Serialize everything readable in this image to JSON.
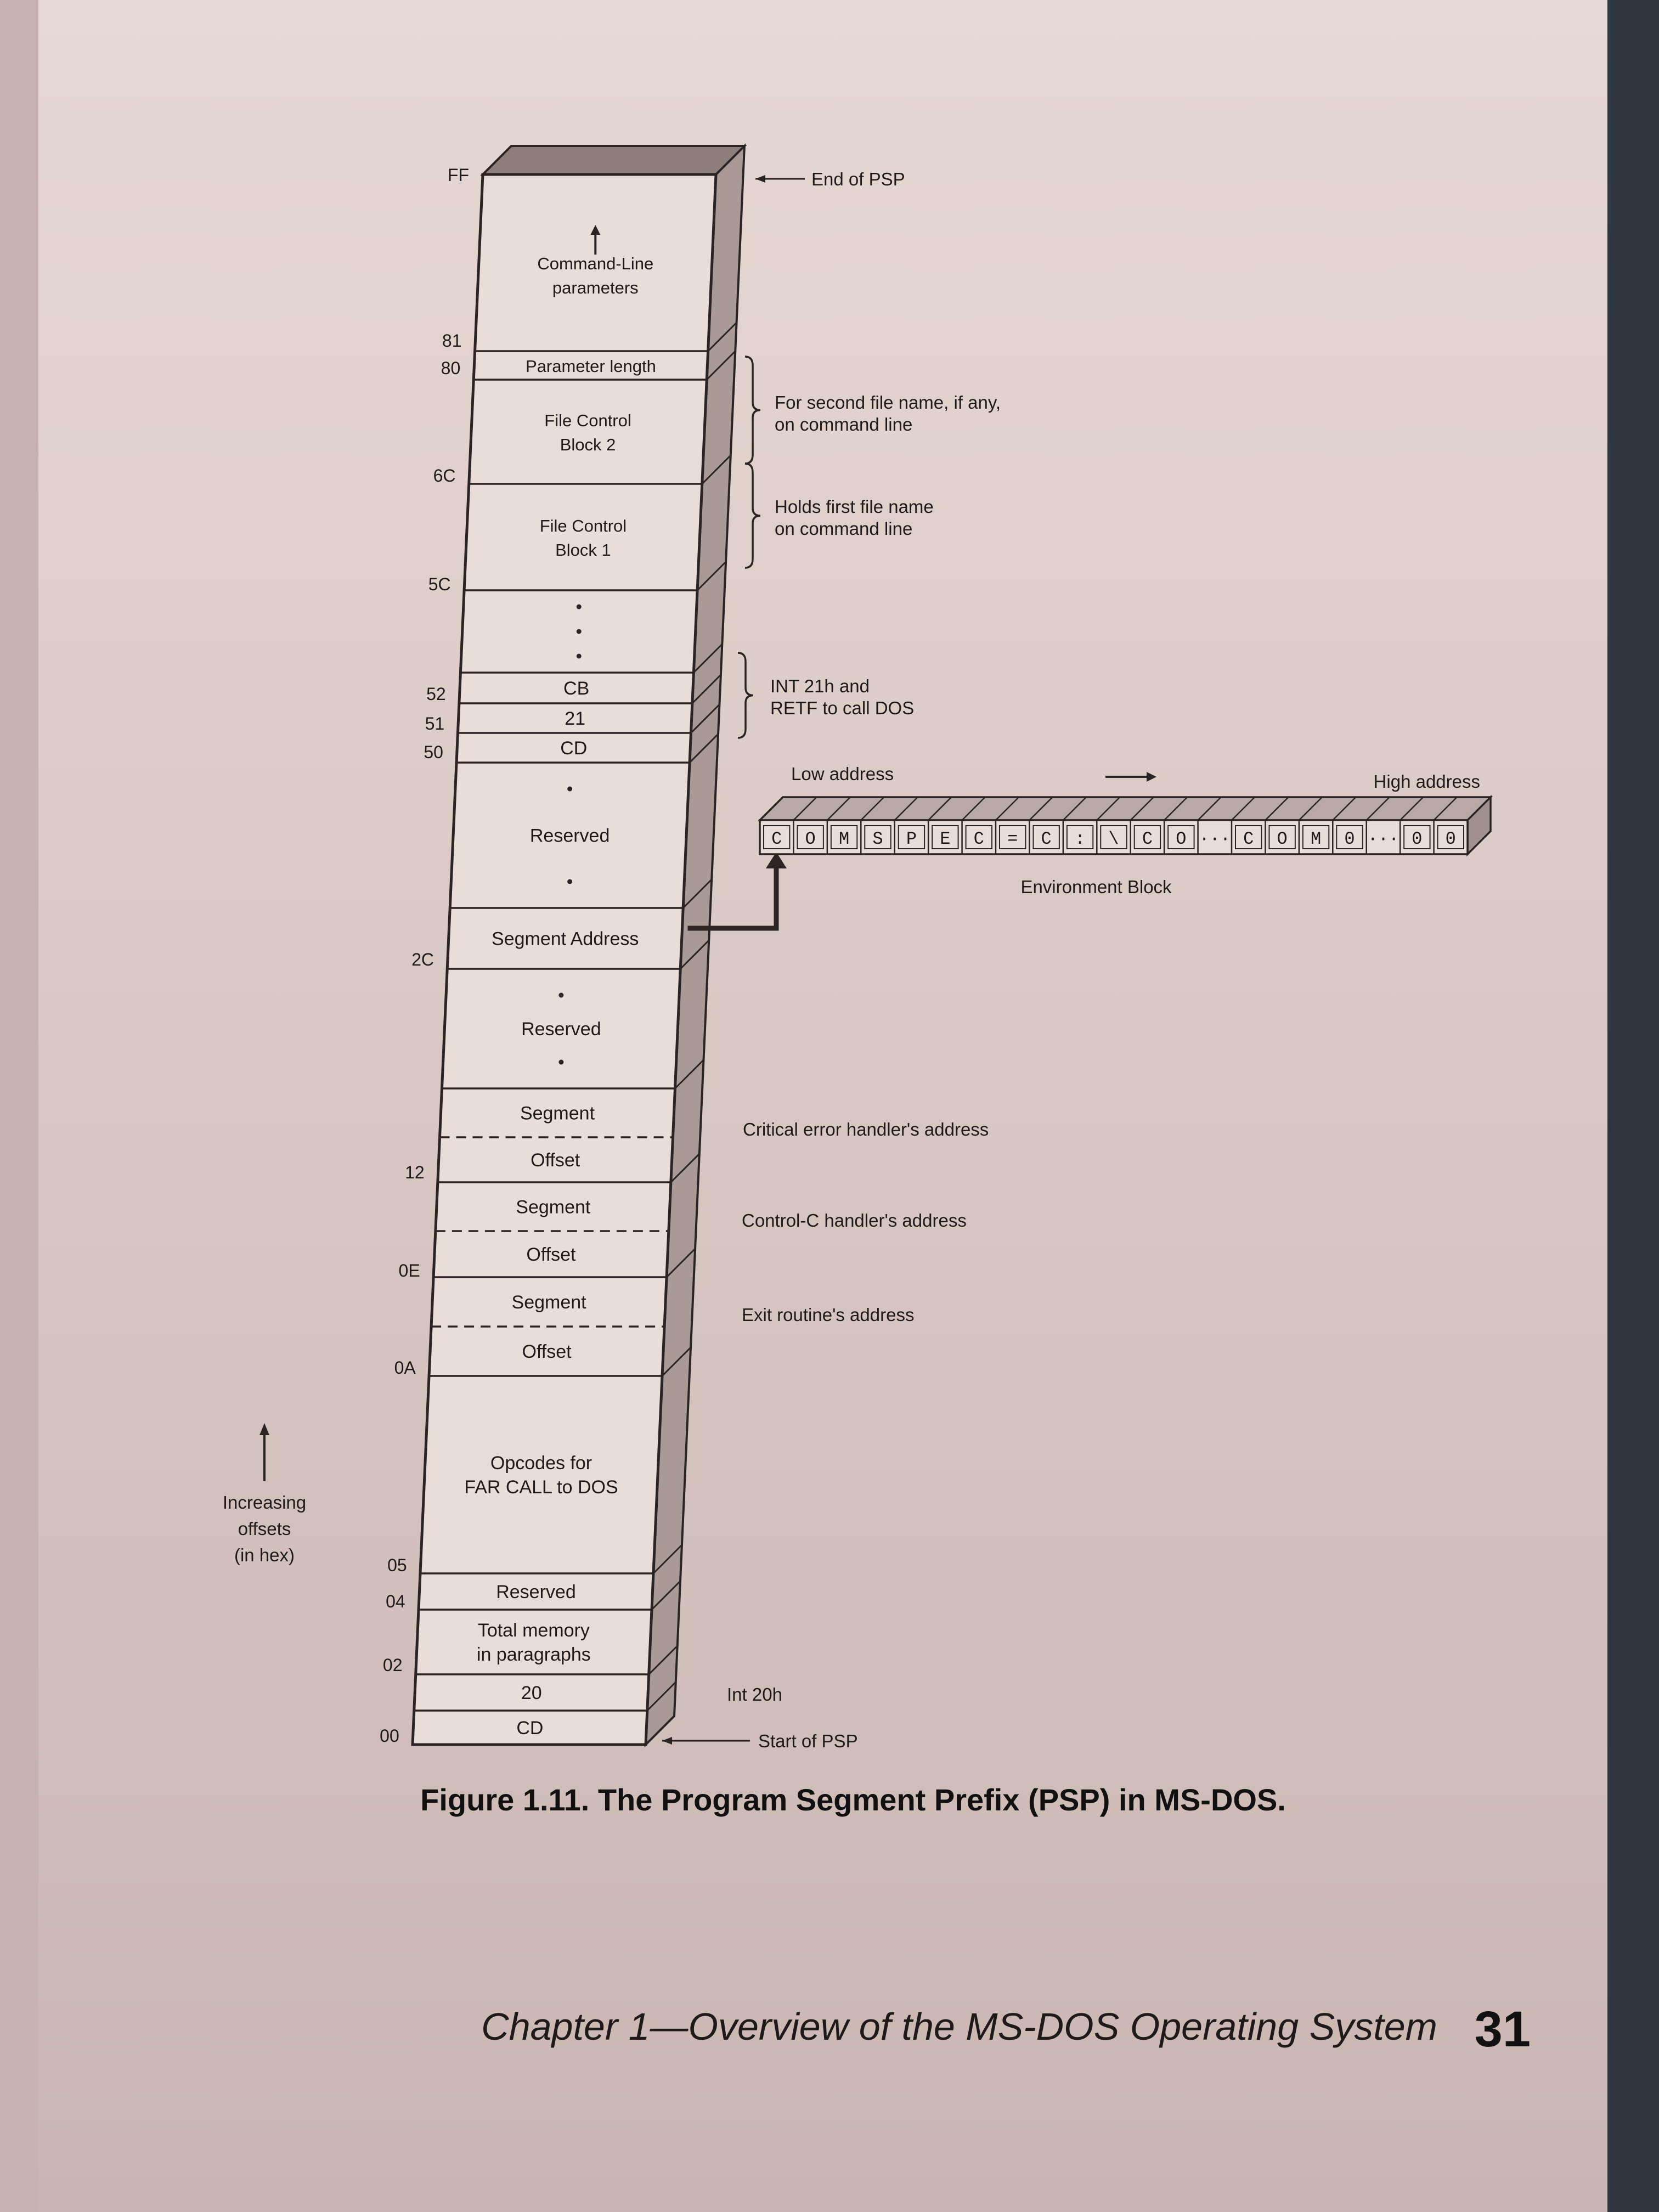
{
  "diagram": {
    "cells": [
      {
        "id": "cmdline",
        "lines": [
          "Command-Line",
          "parameters"
        ],
        "arrow": true
      },
      {
        "id": "paramlen",
        "lines": [
          "Parameter length"
        ]
      },
      {
        "id": "fcb2",
        "lines": [
          "File Control",
          "Block 2"
        ]
      },
      {
        "id": "fcb1",
        "lines": [
          "File Control",
          "Block 1"
        ]
      },
      {
        "id": "gap1",
        "lines": [],
        "dots": 3
      },
      {
        "id": "cb",
        "lines": [
          "CB"
        ]
      },
      {
        "id": "b21",
        "lines": [
          "21"
        ]
      },
      {
        "id": "cd50",
        "lines": [
          "CD"
        ]
      },
      {
        "id": "reserved1",
        "lines": [
          "Reserved"
        ],
        "dots": 2
      },
      {
        "id": "segaddr",
        "lines": [
          "Segment Address"
        ]
      },
      {
        "id": "reserved2",
        "lines": [
          "Reserved"
        ],
        "dots": 2
      },
      {
        "id": "crit-seg",
        "lines": [
          "Segment"
        ]
      },
      {
        "id": "crit-off",
        "lines": [
          "Offset"
        ]
      },
      {
        "id": "ctrlc-seg",
        "lines": [
          "Segment"
        ]
      },
      {
        "id": "ctrlc-off",
        "lines": [
          "Offset"
        ]
      },
      {
        "id": "exit-seg",
        "lines": [
          "Segment"
        ]
      },
      {
        "id": "exit-off",
        "lines": [
          "Offset"
        ]
      },
      {
        "id": "opcodes",
        "lines": [
          "Opcodes for",
          "FAR CALL to DOS"
        ]
      },
      {
        "id": "reserved3",
        "lines": [
          "Reserved"
        ]
      },
      {
        "id": "totalmem",
        "lines": [
          "Total memory",
          "in paragraphs"
        ]
      },
      {
        "id": "b20",
        "lines": [
          "20"
        ]
      },
      {
        "id": "cd00",
        "lines": [
          "CD"
        ]
      }
    ],
    "offsets": [
      "FF",
      "81",
      "80",
      "6C",
      "5C",
      "52",
      "51",
      "50",
      "2C",
      "12",
      "0E",
      "0A",
      "05",
      "04",
      "02",
      "00"
    ],
    "notes": {
      "end_psp": "End of PSP",
      "start_psp": "Start of PSP",
      "fcb2_note": [
        "For second file name, if any,",
        "on command line"
      ],
      "fcb1_note": [
        "Holds first file name",
        "on command line"
      ],
      "int21_note": [
        "INT 21h and",
        "RETF to call DOS"
      ],
      "critical": "Critical error handler's address",
      "ctrlc": "Control-C handler's address",
      "exit": "Exit routine's address",
      "int20": "Int 20h",
      "increasing": [
        "Increasing",
        "offsets",
        "(in hex)"
      ]
    },
    "environment": {
      "low": "Low address",
      "high": "High address",
      "label": "Environment Block",
      "chars": [
        "C",
        "O",
        "M",
        "S",
        "P",
        "E",
        "C",
        "=",
        "C",
        ":",
        "\\",
        "C",
        "O",
        "···",
        "C",
        "O",
        "M",
        "0",
        "···",
        "0",
        "0"
      ]
    }
  },
  "caption": "Figure 1.11. The Program Segment Prefix (PSP) in MS-DOS.",
  "footer": {
    "chapter": "Chapter 1—Overview of the MS-DOS Operating System",
    "page": "31"
  }
}
